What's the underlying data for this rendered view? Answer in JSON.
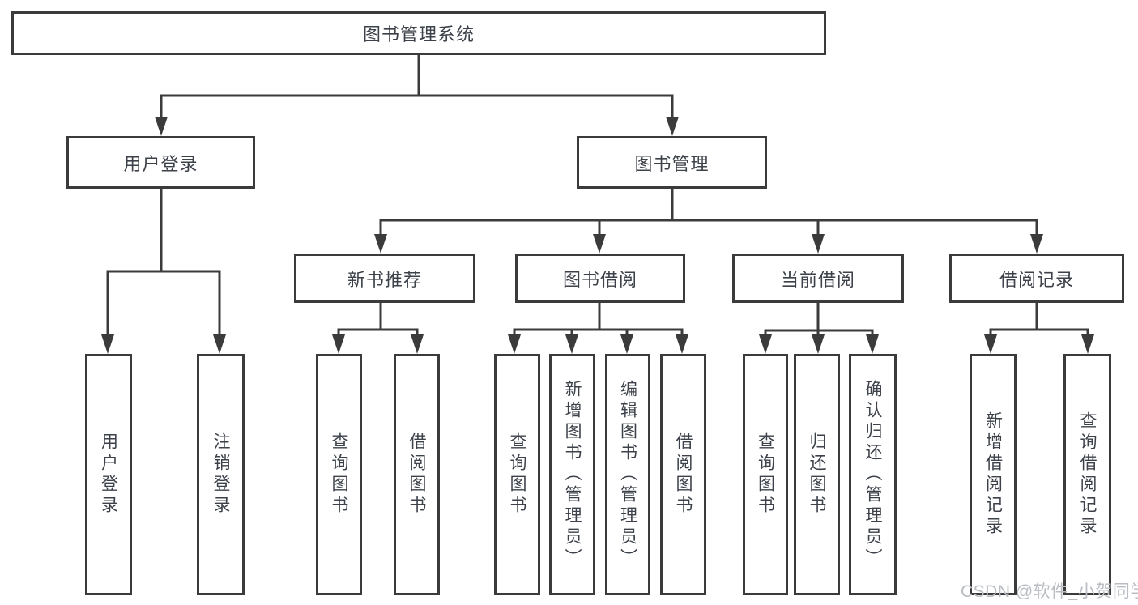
{
  "colors": {
    "line": "#3b3b3b",
    "text": "#3d424a",
    "watermark": "#b9bdc3",
    "background": "#ffffff"
  },
  "diagram": {
    "title": "图书管理系统",
    "level2": {
      "user_login": "用户登录",
      "book_mgmt": "图书管理"
    },
    "level3": {
      "new_books": "新书推荐",
      "book_borrow": "图书借阅",
      "current_borrow": "当前借阅",
      "borrow_records": "借阅记录"
    },
    "leaves": {
      "user_login_login": "用户登录",
      "user_login_logout": "注销登录",
      "new_books_query": "查询图书",
      "new_books_borrow": "借阅图书",
      "book_borrow_query": "查询图书",
      "book_borrow_add": "新增图书（管理员）",
      "book_borrow_edit": "编辑图书（管理员）",
      "book_borrow_borrow": "借阅图书",
      "current_query": "查询图书",
      "current_return": "归还图书",
      "current_confirm": "确认归还（管理员）",
      "records_add": "新增借阅记录",
      "records_query": "查询借阅记录"
    }
  },
  "watermark": "CSDN @软件_小贺同学"
}
